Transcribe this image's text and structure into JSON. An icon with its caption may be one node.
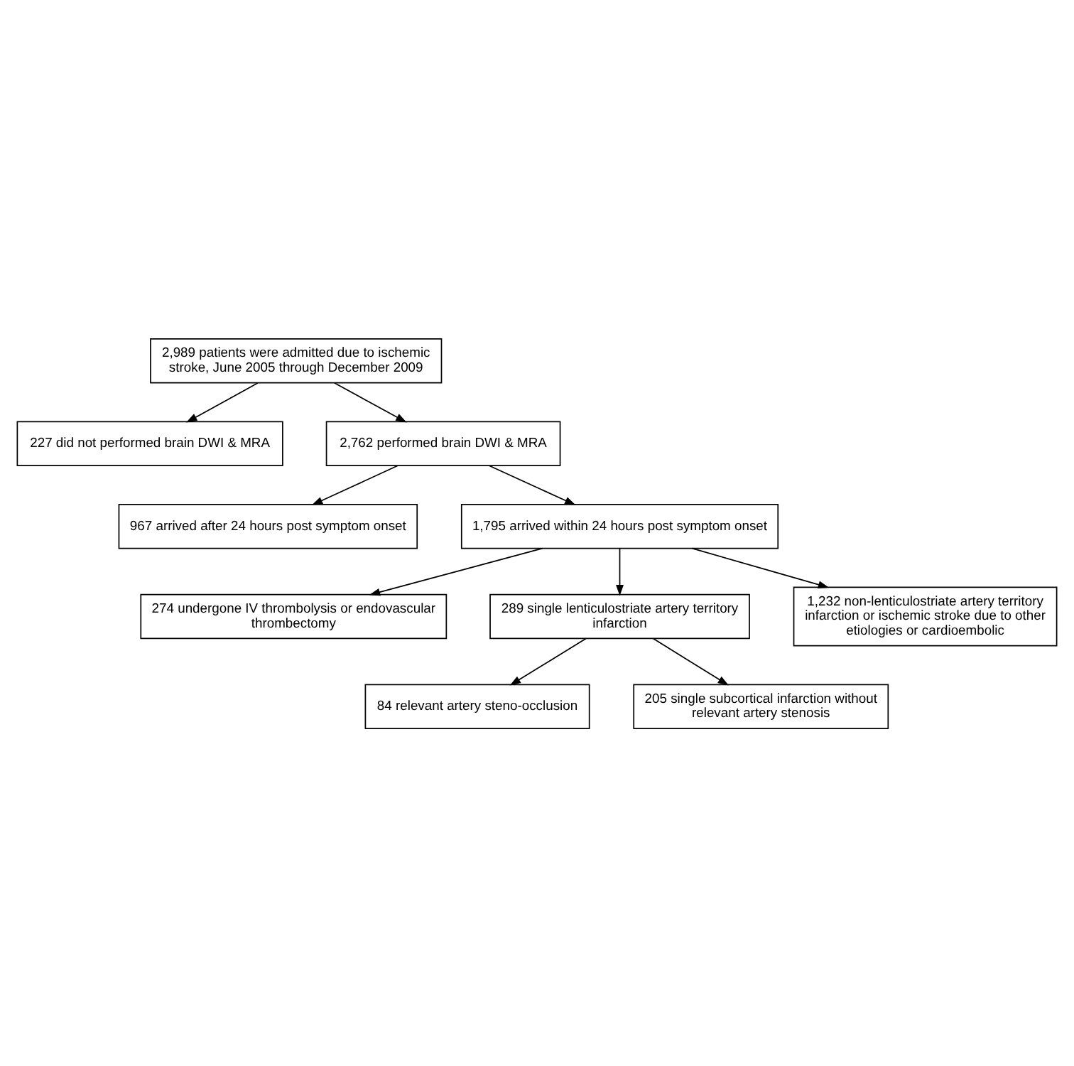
{
  "diagram": {
    "nodes": [
      {
        "text": [
          "2,989 patients were admitted due to ischemic stroke, June 2005 through December 2009"
        ]
      },
      {
        "text": [
          "227 did not performed brain DWI & MRA"
        ]
      },
      {
        "text": [
          "2,762 performed brain DWI & MRA"
        ]
      },
      {
        "text": [
          "967 arrived after 24 hours post symptom onset"
        ]
      },
      {
        "text": [
          "1,795 arrived within 24 hours post symptom onset"
        ]
      },
      {
        "text": [
          "274 undergone IV thrombolysis or endovascular thrombectomy"
        ]
      },
      {
        "text": [
          "289 single lenticulostriate artery territory infarction"
        ]
      },
      {
        "text": [
          "1,232 non-lenticulostriate artery territory infarction or ischemic stroke due to other etiologies or cardioembolic"
        ]
      },
      {
        "text": [
          "84 relevant artery steno-occlusion"
        ]
      },
      {
        "text": [
          "205 single subcortical infarction without relevant artery stenosis"
        ]
      }
    ],
    "edges": [
      {
        "from": 0,
        "to": 1,
        "arrow": "to"
      },
      {
        "from": 0,
        "to": 2,
        "arrow": "to"
      },
      {
        "from": 2,
        "to": 3,
        "arrow": "to"
      },
      {
        "from": 2,
        "to": 4,
        "arrow": "to"
      },
      {
        "from": 4,
        "to": 5,
        "arrow": "to"
      },
      {
        "from": 4,
        "to": 6,
        "arrow": "to"
      },
      {
        "from": 4,
        "to": 7,
        "arrow": "to"
      },
      {
        "from": 6,
        "to": 8,
        "arrow": "to"
      },
      {
        "from": 6,
        "to": 9,
        "arrow": "to"
      }
    ]
  }
}
